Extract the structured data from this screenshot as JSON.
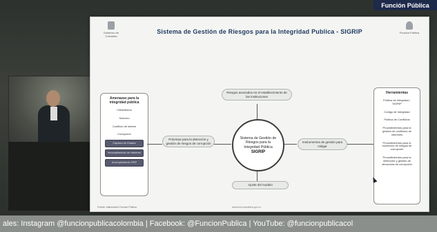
{
  "brand": "Función Pública",
  "slide": {
    "title": "Sistema de Gestión de Riesgos para la Integridad Publica - SIGRIP",
    "logo_left": "Gobierno de Colombia",
    "logo_right": "Función Pública",
    "left_panel": {
      "title": "Amenazas para la integridad pública",
      "items": [
        "Clientelismo",
        "Soborno",
        "Conflicto de interés",
        "Corrupción"
      ],
      "dark_items": [
        "Captura de Estado",
        "Incumplimiento de deberes",
        "Incumplimiento RSP"
      ]
    },
    "right_panel": {
      "title": "Herramientas",
      "items": [
        "Política de Integridad - SIGRIP",
        "Código de Integridad",
        "Política de Conflictos",
        "Procedimientos para la gestión de conflictos de intereses",
        "Procedimientos para el monitoreo de riesgos de corrupción",
        "Procedimientos para la detección y gestión de denuncias de corrupción"
      ]
    },
    "top_bubble": "Riesgos asociados en el establecimiento de las instituciones",
    "left_bubble": "Prácticas para la detección y gestión de riesgos de corrupción",
    "right_bubble": "Instrumentos de gestión para mitigar",
    "bottom_bubble": "Ajuste del modelo",
    "center": {
      "text": "Sistema de Gestión de Riesgos para la Integridad Pública",
      "acronym": "SIGRIP"
    },
    "footer_left": "Fuente: elaboración Función Pública",
    "footer_center": "www.funcionpublica.gov.co"
  },
  "ticker": "ales: Instagram @funcionpublicacolombia | Facebook: @FuncionPublica | YouTube: @funcionpublicacol"
}
